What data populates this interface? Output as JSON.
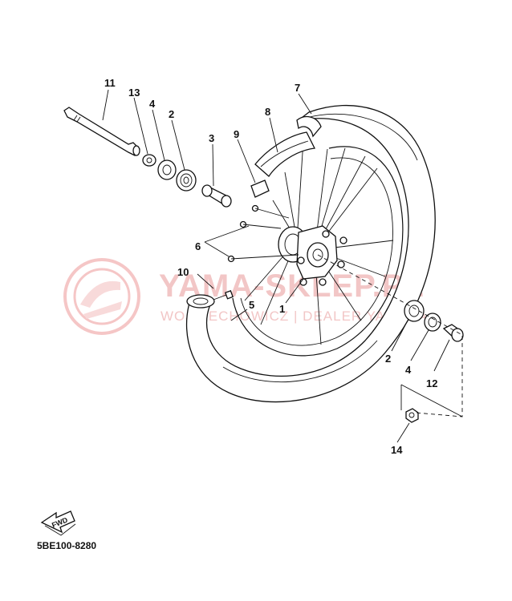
{
  "diagram": {
    "callouts": [
      {
        "key": "c11",
        "label": "11"
      },
      {
        "key": "c13",
        "label": "13"
      },
      {
        "key": "c4a",
        "label": "4"
      },
      {
        "key": "c2a",
        "label": "2"
      },
      {
        "key": "c3",
        "label": "3"
      },
      {
        "key": "c9",
        "label": "9"
      },
      {
        "key": "c8",
        "label": "8"
      },
      {
        "key": "c7",
        "label": "7"
      },
      {
        "key": "c6",
        "label": "6"
      },
      {
        "key": "c10",
        "label": "10"
      },
      {
        "key": "c5",
        "label": "5"
      },
      {
        "key": "c1",
        "label": "1"
      },
      {
        "key": "c2b",
        "label": "2"
      },
      {
        "key": "c4b",
        "label": "4"
      },
      {
        "key": "c12",
        "label": "12"
      },
      {
        "key": "c14",
        "label": "14"
      }
    ],
    "fwd_label": "FWD",
    "diagram_code": "5BE100-8280"
  },
  "watermark": {
    "main": "YAMA-SKLEP.PL",
    "sub": "WOJCIECHOWICZ | DEALER YAMAHA"
  }
}
